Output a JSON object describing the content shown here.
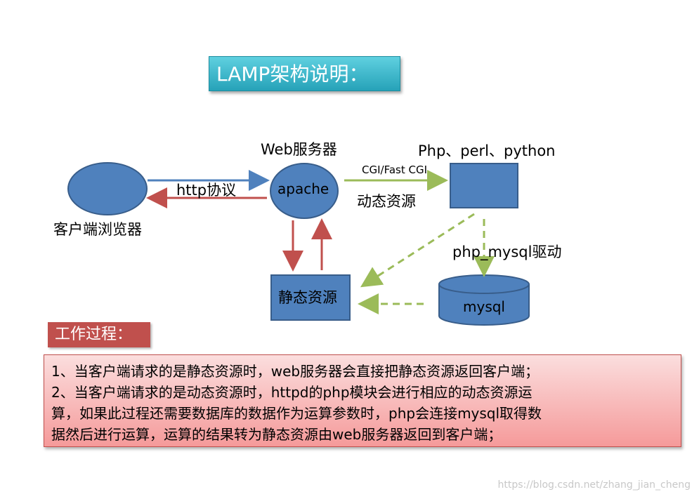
{
  "title": "LAMP架构说明：",
  "nodes": {
    "browser_label": "客户端浏览器",
    "apache_header": "Web服务器",
    "apache": "apache",
    "lang_header": "Php、perl、python",
    "static": "静态资源",
    "mysql": "mysql"
  },
  "edges": {
    "http": "http协议",
    "cgi": "CGI/Fast CGI",
    "dynamic": "动态资源",
    "driver": "php_mysql驱动"
  },
  "colors": {
    "node_fill": "#4f81bd",
    "node_border": "#385d8a",
    "blue_arrow": "#4f81bd",
    "red_arrow": "#c0504d",
    "green_arrow": "#9bbb59"
  },
  "work": {
    "title": "工作过程：",
    "lines": [
      "1、当客户端请求的是静态资源时，web服务器会直接把静态资源返回客户端；",
      "2、当客户端请求的是动态资源时，httpd的php模块会进行相应的动态资源运",
      "算，如果此过程还需要数据库的数据作为运算参数时，php会连接mysql取得数",
      "据然后进行运算，运算的结果转为静态资源由web服务器返回到客户端；"
    ]
  },
  "watermark": "https://blog.csdn.net/zhang_jian_cheng"
}
